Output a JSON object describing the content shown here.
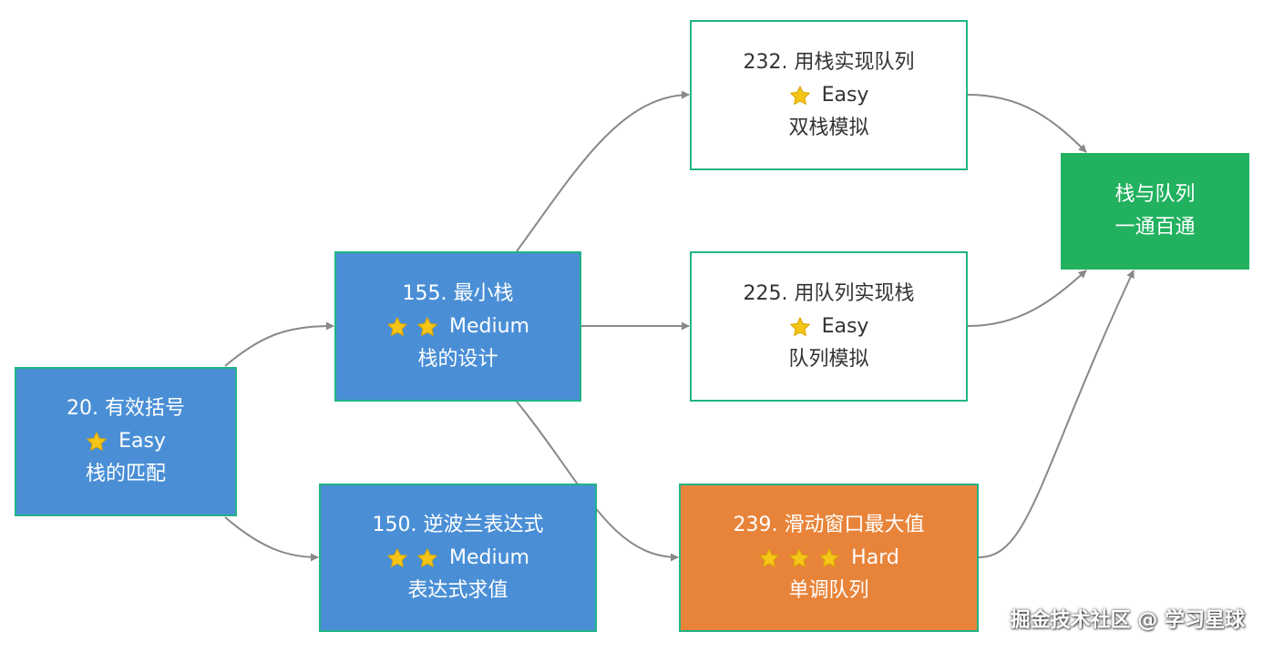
{
  "colors": {
    "blue_node": "#4a8fd6",
    "white_node": "#ffffff",
    "orange_node": "#e8843a",
    "green_node": "#22b15f",
    "node_border": "#20b486",
    "edge": "#888888",
    "star": "#f5c518"
  },
  "nodes": {
    "n20": {
      "title": "20. 有效括号",
      "stars": 1,
      "difficulty": "Easy",
      "topic": "栈的匹配"
    },
    "n155": {
      "title": "155. 最小栈",
      "stars": 2,
      "difficulty": "Medium",
      "topic": "栈的设计"
    },
    "n150": {
      "title": "150. 逆波兰表达式",
      "stars": 2,
      "difficulty": "Medium",
      "topic": "表达式求值"
    },
    "n232": {
      "title": "232. 用栈实现队列",
      "stars": 1,
      "difficulty": "Easy",
      "topic": "双栈模拟"
    },
    "n225": {
      "title": "225. 用队列实现栈",
      "stars": 1,
      "difficulty": "Easy",
      "topic": "队列模拟"
    },
    "n239": {
      "title": "239. 滑动窗口最大值",
      "stars": 3,
      "difficulty": "Hard",
      "topic": "单调队列"
    },
    "goal": {
      "line1": "栈与队列",
      "line2": "一通百通"
    }
  },
  "edges": [
    {
      "from": "n20",
      "to": "n155"
    },
    {
      "from": "n20",
      "to": "n150"
    },
    {
      "from": "n155",
      "to": "n232"
    },
    {
      "from": "n155",
      "to": "n225"
    },
    {
      "from": "n155",
      "to": "n239"
    },
    {
      "from": "n232",
      "to": "goal"
    },
    {
      "from": "n225",
      "to": "goal"
    },
    {
      "from": "n239",
      "to": "goal"
    }
  ],
  "watermark": "掘金技术社区 @ 学习星球"
}
